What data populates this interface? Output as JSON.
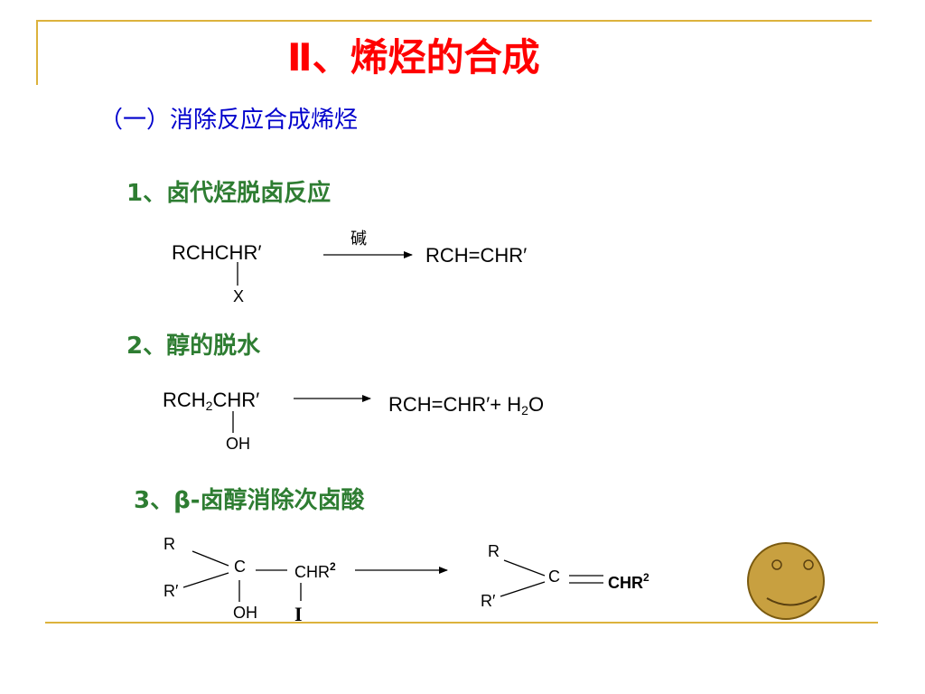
{
  "title": "Ⅱ、烯烃的合成",
  "subtitle": "（一）消除反应合成烯烃",
  "sections": [
    {
      "label": "1、卤代烃脱卤反应"
    },
    {
      "label": "2、醇的脱水"
    },
    {
      "label": "3、β-卤醇消除次卤酸"
    }
  ],
  "reaction1": {
    "reactant": "RCHCHR′",
    "substituent": "X",
    "condition": "碱",
    "product": "RCH=CHR′"
  },
  "reaction2": {
    "reactant_a": "RCH",
    "reactant_sub": "2",
    "reactant_b": "CHR′",
    "substituent": "OH",
    "product_a": "RCH=CHR′+  H",
    "product_sub": "2",
    "product_b": "O"
  },
  "reaction3": {
    "r1": "R",
    "r2": "R′",
    "carbon": "C",
    "chr": "CHR",
    "chr_sup": "2",
    "oh": "OH",
    "halogen": "I",
    "p_r1": "R",
    "p_r2": "R′",
    "p_carbon": "C",
    "p_chr": "CHR",
    "p_chr_sup": "2"
  },
  "colors": {
    "title": "#ff0000",
    "subtitle": "#0000cc",
    "section": "#2e7d32",
    "rule": "#dcb23c",
    "smiley": "#c8a040"
  },
  "decor": {
    "smiley": "smiley-face-icon"
  }
}
